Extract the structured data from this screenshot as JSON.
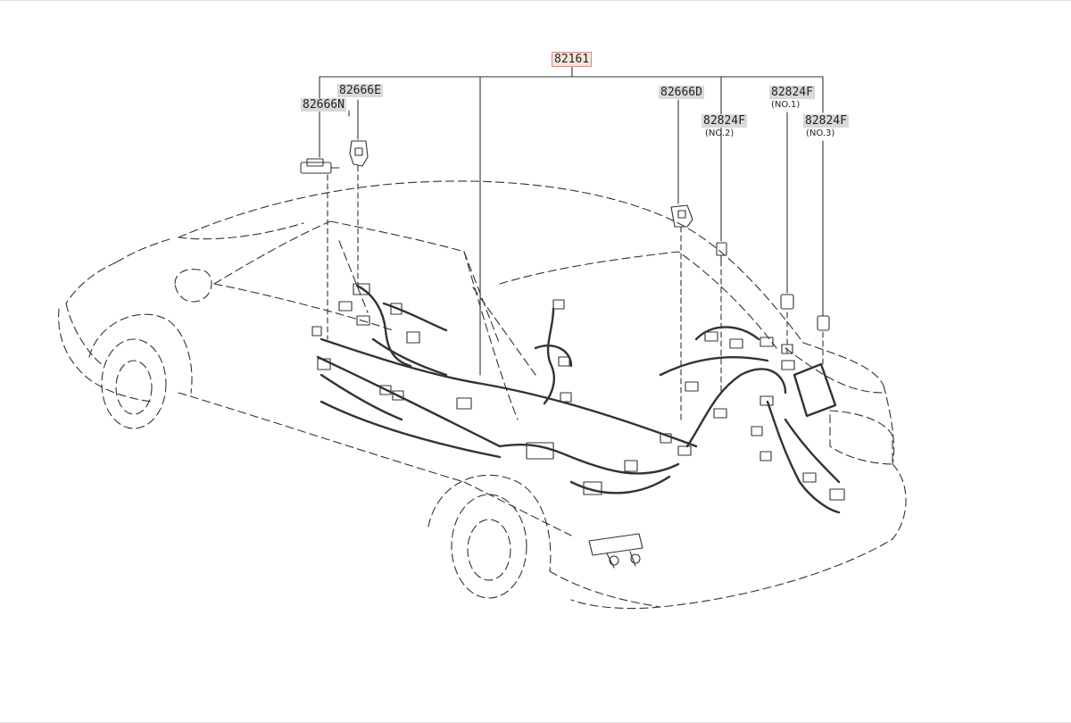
{
  "diagram": {
    "assembly_label": "82161",
    "parts": [
      {
        "id": "82666E",
        "label": "82666E",
        "note": ""
      },
      {
        "id": "82666N",
        "label": "82666N",
        "note": ""
      },
      {
        "id": "82666D",
        "label": "82666D",
        "note": ""
      },
      {
        "id": "82824F-1",
        "label": "82824F",
        "note": "(NO.1)"
      },
      {
        "id": "82824F-2",
        "label": "82824F",
        "note": "(NO.2)"
      },
      {
        "id": "82824F-3",
        "label": "82824F",
        "note": "(NO.3)"
      }
    ]
  },
  "colors": {
    "line": "#333333",
    "label_bg": "#d9d9d9",
    "highlight_bg": "#f3e6d8",
    "highlight_border": "#e08a8a"
  }
}
